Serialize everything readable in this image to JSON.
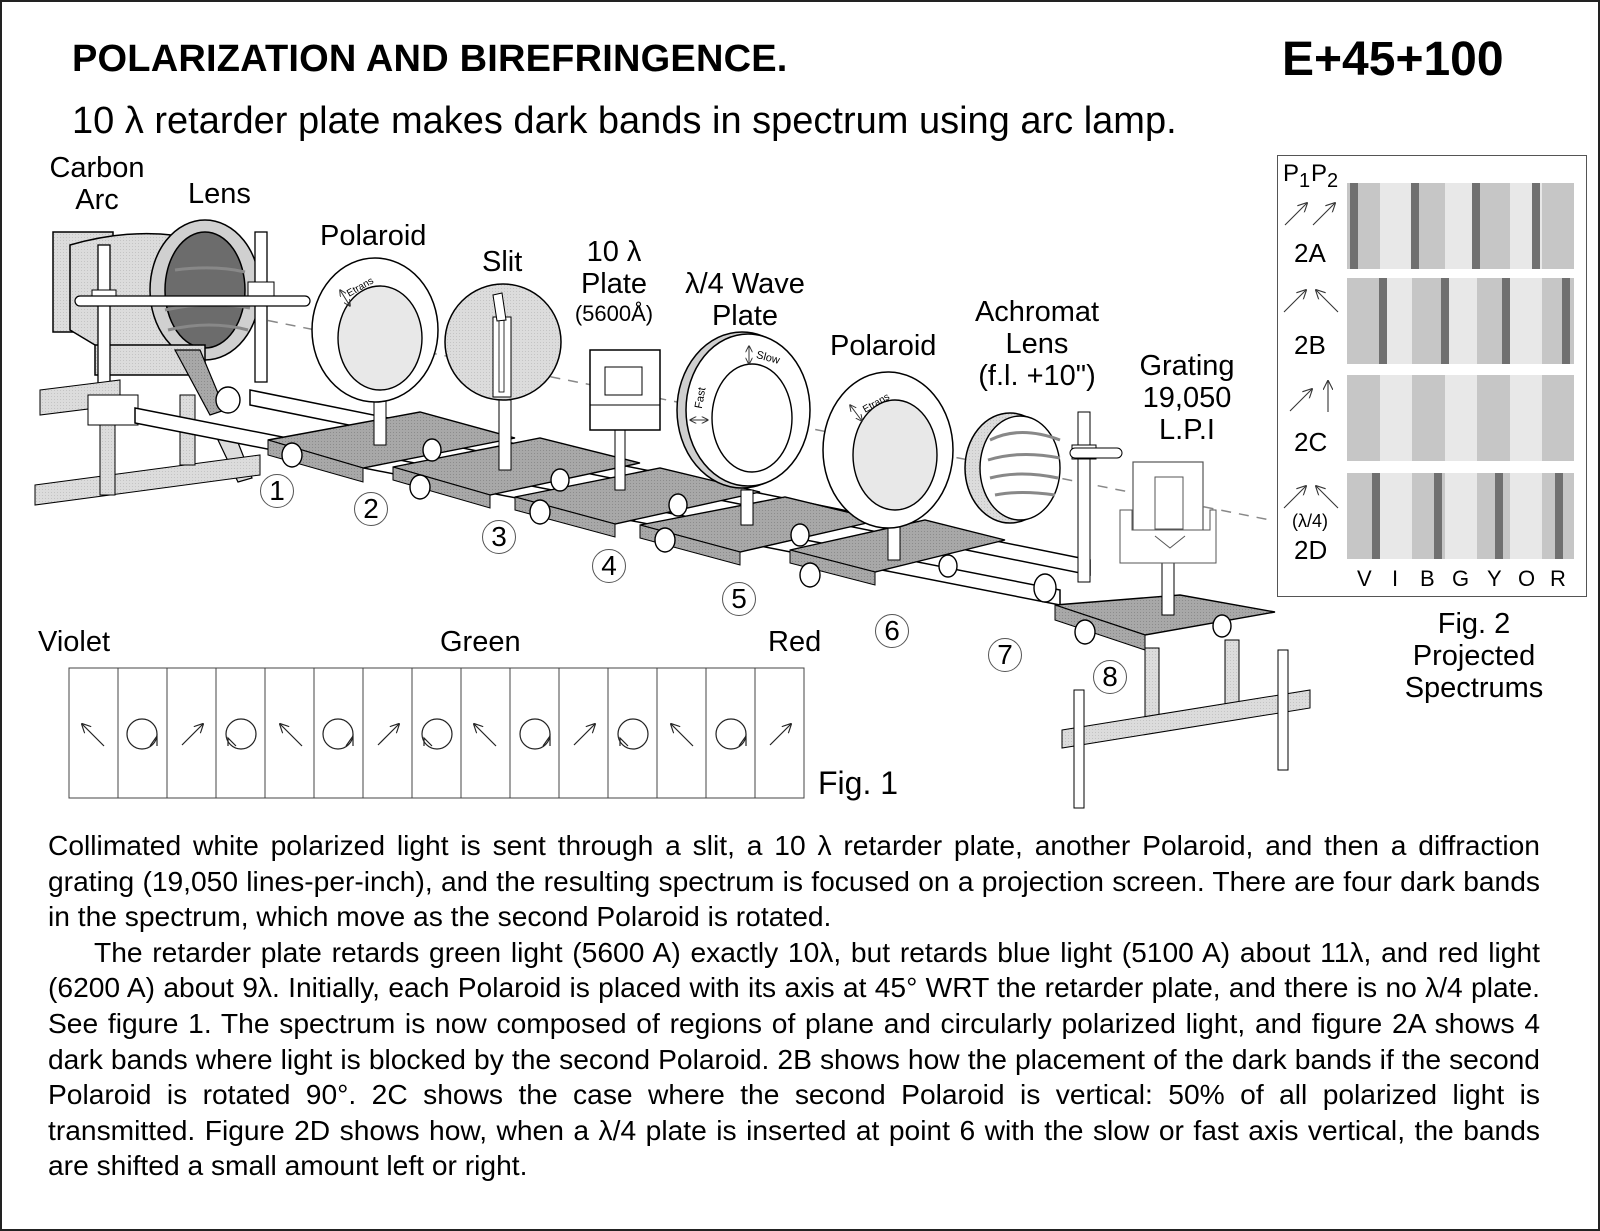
{
  "header": {
    "title": "POLARIZATION AND BIREFRINGENCE.",
    "code": "E+45+100",
    "subtitle": "10 λ retarder plate makes dark bands in spectrum using arc lamp."
  },
  "apparatus": {
    "labels": {
      "carbon_arc": "Carbon\nArc",
      "carbon_arc_l1": "Carbon",
      "carbon_arc_l2": "Arc",
      "lens": "Lens",
      "polaroid1": "Polaroid",
      "slit": "Slit",
      "plate_l1": "10 λ",
      "plate_l2": "Plate",
      "plate_l3": "(5600Å)",
      "quarter_l1": "λ/4 Wave",
      "quarter_l2": "Plate",
      "polaroid2": "Polaroid",
      "achromat_l1": "Achromat",
      "achromat_l2": "Lens",
      "achromat_l3": "(f.l. +10\")",
      "grating_l1": "Grating",
      "grating_l2": "19,050",
      "grating_l3": "L.P.I"
    },
    "small_labels": {
      "etrans": "Etrans",
      "slow": "Slow",
      "fast": "Fast"
    },
    "positions": [
      "1",
      "2",
      "3",
      "4",
      "5",
      "6",
      "7",
      "8"
    ]
  },
  "fig1": {
    "caption": "Fig. 1",
    "color_labels": {
      "left": "Violet",
      "middle": "Green",
      "right": "Red"
    },
    "cells": [
      "linear-nw",
      "circular-cw",
      "linear-ne",
      "circular-ccw",
      "linear-nw",
      "circular-cw",
      "linear-ne",
      "circular-ccw",
      "linear-nw",
      "circular-cw",
      "linear-ne",
      "circular-ccw",
      "linear-nw",
      "circular-cw",
      "linear-ne"
    ]
  },
  "fig2": {
    "caption_l1": "Fig. 2",
    "caption_l2": "Projected",
    "caption_l3": "Spectrums",
    "header_p1": "P",
    "header_p1_sub": "1",
    "header_p2": "P",
    "header_p2_sub": "2",
    "axis_letters": [
      "V",
      "I",
      "B",
      "G",
      "Y",
      "O",
      "R"
    ],
    "colors": {
      "medium": "#c6c6c6",
      "light": "#e8e8e8",
      "dark_band": "#707070"
    },
    "rows": [
      {
        "id": "2A",
        "label": "2A",
        "p1": "ne",
        "p2": "ne",
        "note": "",
        "dark_bands_x": [
          1348,
          1494,
          1542
        ]
      },
      {
        "id": "2B",
        "label": "2B",
        "p1": "ne",
        "p2": "nw",
        "note": "",
        "dark_bands_x": []
      },
      {
        "id": "2C",
        "label": "2C",
        "p1": "ne",
        "p2": "up",
        "note": "",
        "dark_bands_x": []
      },
      {
        "id": "2D",
        "label": "2D",
        "p1": "ne",
        "p2": "nw",
        "note": "(λ/4)",
        "dark_bands_x": []
      }
    ]
  },
  "body_text": {
    "p1": "Collimated white polarized light is sent through a slit, a 10 λ retarder plate, another Polaroid, and then a diffraction grating (19,050 lines-per-inch), and the resulting spectrum is focused on a projection screen. There are four dark  bands in the spectrum, which move as the second Polaroid is rotated.",
    "p2": "The retarder plate retards green light (5600 A) exactly 10λ, but retards blue light (5100 A) about 11λ, and red light (6200 A) about 9λ. Initially, each Polaroid is placed with its axis at 45° WRT the retarder plate, and there is no λ/4 plate. See figure 1. The spectrum is now composed of regions of plane and circularly polarized light, and figure 2A shows 4 dark bands where light is blocked by the second Polaroid. 2B shows how the placement of the dark bands if the second Polaroid is rotated 90°. 2C shows the case where the second Polaroid is vertical: 50% of all polarized light is transmitted. Figure 2D shows how, when a λ/4 plate is inserted at point 6 with the slow or fast axis vertical, the bands are shifted a small amount left or right."
  }
}
